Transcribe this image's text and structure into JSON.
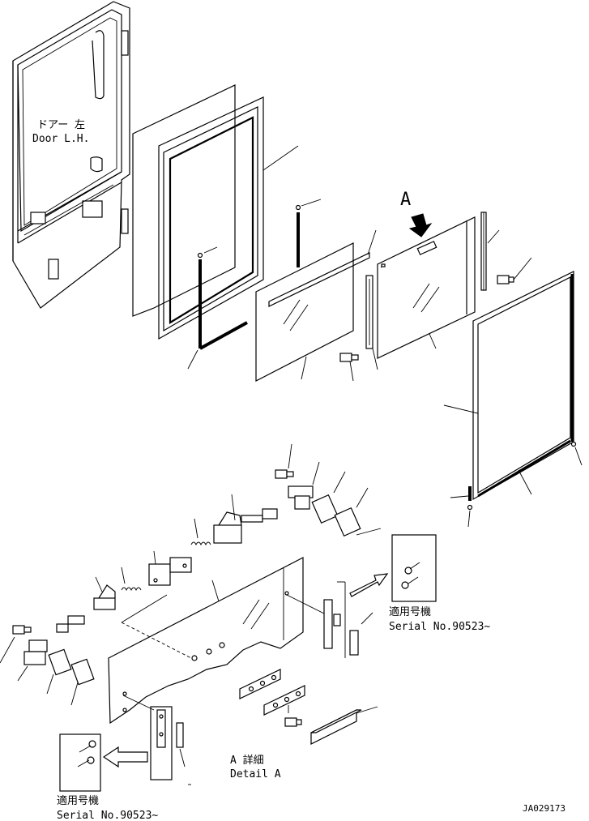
{
  "labels": {
    "door_jp": "ドアー 左",
    "door_en": "Door L.H.",
    "arrow_label": "A",
    "serial_jp_1": "適用号機",
    "serial_en_1": "Serial No.90523~",
    "detail_jp": "A 詳細",
    "detail_en": "Detail A",
    "serial_jp_2": "適用号機",
    "serial_en_2": "Serial No.90523~",
    "drawing_id": "JA029173"
  }
}
